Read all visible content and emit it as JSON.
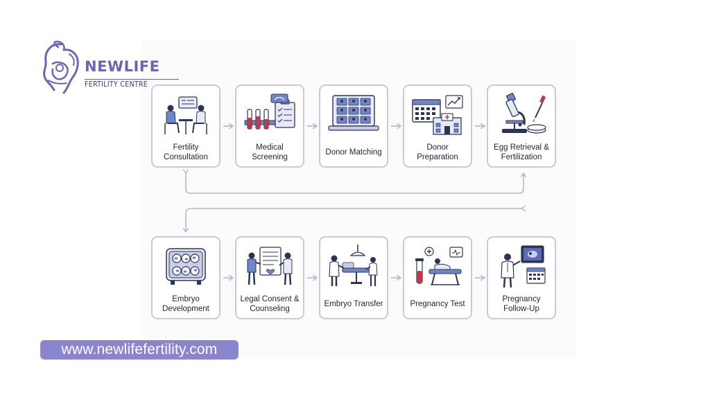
{
  "brand": {
    "name": "NEWLIFE",
    "subtitle": "FERTILITY CENTRE",
    "website": "www.newlifefertility.com",
    "accent_color": "#6e63b5",
    "pill_color": "#8b84cf"
  },
  "steps_row1": [
    {
      "label": "Fertility Consultation",
      "icon": "consultation-icon"
    },
    {
      "label": "Medical Screening",
      "icon": "test-tubes-icon"
    },
    {
      "label": "Donor Matching",
      "icon": "donor-profiles-icon"
    },
    {
      "label": "Donor Preparation",
      "icon": "calendar-clinic-icon"
    },
    {
      "label": "Egg Retrieval & Fertilization",
      "icon": "microscope-icon"
    }
  ],
  "steps_row2": [
    {
      "label": "Embryo Development",
      "icon": "embryo-dish-icon"
    },
    {
      "label": "Legal Consent & Counseling",
      "icon": "legal-document-icon"
    },
    {
      "label": "Embryo Transfer",
      "icon": "transfer-room-icon"
    },
    {
      "label": "Pregnancy Test",
      "icon": "pregnancy-test-icon"
    },
    {
      "label": "Pregnancy Follow-Up",
      "icon": "ultrasound-doctor-icon"
    }
  ]
}
